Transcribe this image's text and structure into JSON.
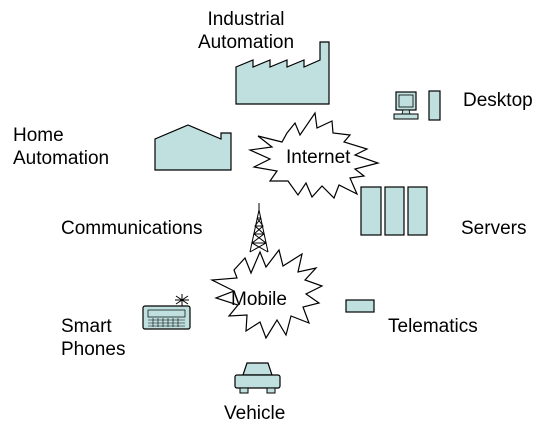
{
  "labels": {
    "industrial": [
      "Industrial",
      "Automation"
    ],
    "desktop": "Desktop",
    "home": [
      "Home",
      "Automation"
    ],
    "internet": "Internet",
    "communications": "Communications",
    "servers": "Servers",
    "mobile": "Mobile",
    "smart_phones": [
      "Smart",
      "Phones"
    ],
    "telematics": "Telematics",
    "vehicle": "Vehicle"
  },
  "colors": {
    "fill": "#C0E0E0",
    "stroke": "#000000",
    "cloud_fill": "#FFFFFF"
  },
  "icons": {
    "factory": "factory-icon",
    "desktop": "desktop-computer-icon",
    "house": "house-icon",
    "tower": "radio-tower-icon",
    "servers": "server-rack-icon",
    "phone": "smart-phone-icon",
    "telematics": "telematics-unit-icon",
    "vehicle": "car-icon",
    "internet_cloud": "internet-burst-icon",
    "mobile_cloud": "mobile-burst-icon"
  }
}
